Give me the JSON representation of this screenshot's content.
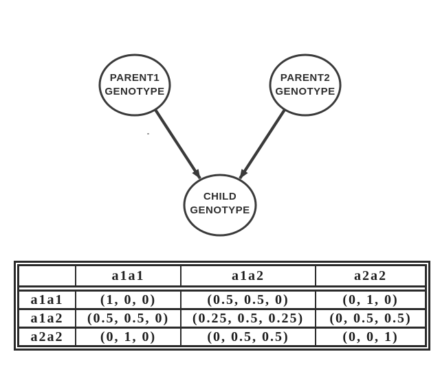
{
  "diagram": {
    "nodes": [
      {
        "id": "parent1",
        "line1": "PARENT1",
        "line2": "GENOTYPE"
      },
      {
        "id": "parent2",
        "line1": "PARENT2",
        "line2": "GENOTYPE"
      },
      {
        "id": "child",
        "line1": "CHILD",
        "line2": "GENOTYPE"
      }
    ],
    "edges": [
      {
        "from": "parent1",
        "to": "child"
      },
      {
        "from": "parent2",
        "to": "child"
      }
    ]
  },
  "table": {
    "corner_header": "",
    "col_headers": [
      "a1a1",
      "a1a2",
      "a2a2"
    ],
    "rows": [
      {
        "label": "a1a1",
        "cells": [
          "(1, 0, 0)",
          "(0.5, 0.5, 0)",
          "(0, 1, 0)"
        ]
      },
      {
        "label": "a1a2",
        "cells": [
          "(0.5, 0.5, 0)",
          "(0.25, 0.5, 0.25)",
          "(0, 0.5, 0.5)"
        ]
      },
      {
        "label": "a2a2",
        "cells": [
          "(0, 1, 0)",
          "(0, 0.5, 0.5)",
          "(0, 0, 1)"
        ]
      }
    ]
  },
  "colors": {
    "ink": "#3a3a3a",
    "table_rule": "#2a2a2a",
    "background": "#ffffff"
  }
}
